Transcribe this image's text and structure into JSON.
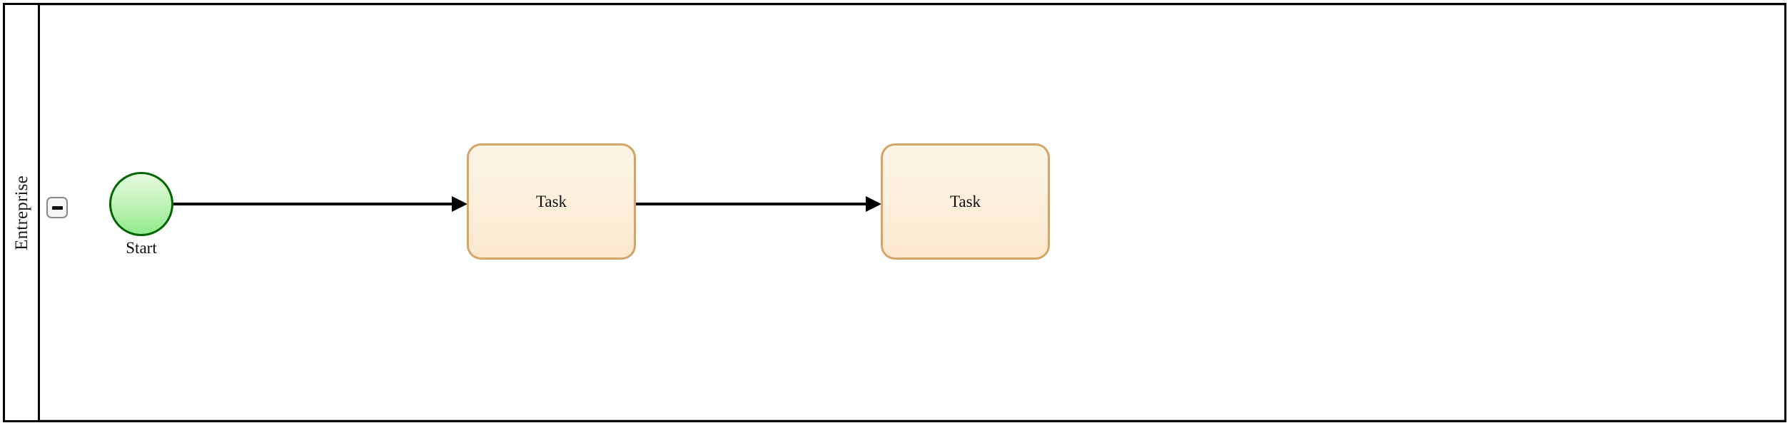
{
  "diagram": {
    "type": "bpmn-process-diagram",
    "pool": {
      "lane": {
        "name": "Entreprise",
        "collapse_button": {
          "icon": "minus-icon",
          "state": "expanded",
          "label": "-"
        }
      }
    },
    "nodes": [
      {
        "id": "start-event",
        "type": "start-event",
        "label": "Start",
        "shape": "circle",
        "fill_top": "#e4fade",
        "fill_bottom": "#92ea8c",
        "stroke": "#006600"
      },
      {
        "id": "task-1",
        "type": "task",
        "label": "Task",
        "shape": "rounded-rectangle",
        "fill_top": "#fdf4e6",
        "fill_bottom": "#fbe7cc",
        "stroke": "#d3a668"
      },
      {
        "id": "task-2",
        "type": "task",
        "label": "Task",
        "shape": "rounded-rectangle",
        "fill_top": "#fdf4e6",
        "fill_bottom": "#fbe7cc",
        "stroke": "#d3a668"
      }
    ],
    "flows": [
      {
        "id": "flow-1",
        "from": "start-event",
        "to": "task-1",
        "label": "",
        "stroke": "#000000"
      },
      {
        "id": "flow-2",
        "from": "task-1",
        "to": "task-2",
        "label": "",
        "stroke": "#000000"
      }
    ],
    "colors": {
      "pool_border": "#000000",
      "lane_divider": "#000000",
      "canvas_background": "#ffffff"
    }
  }
}
